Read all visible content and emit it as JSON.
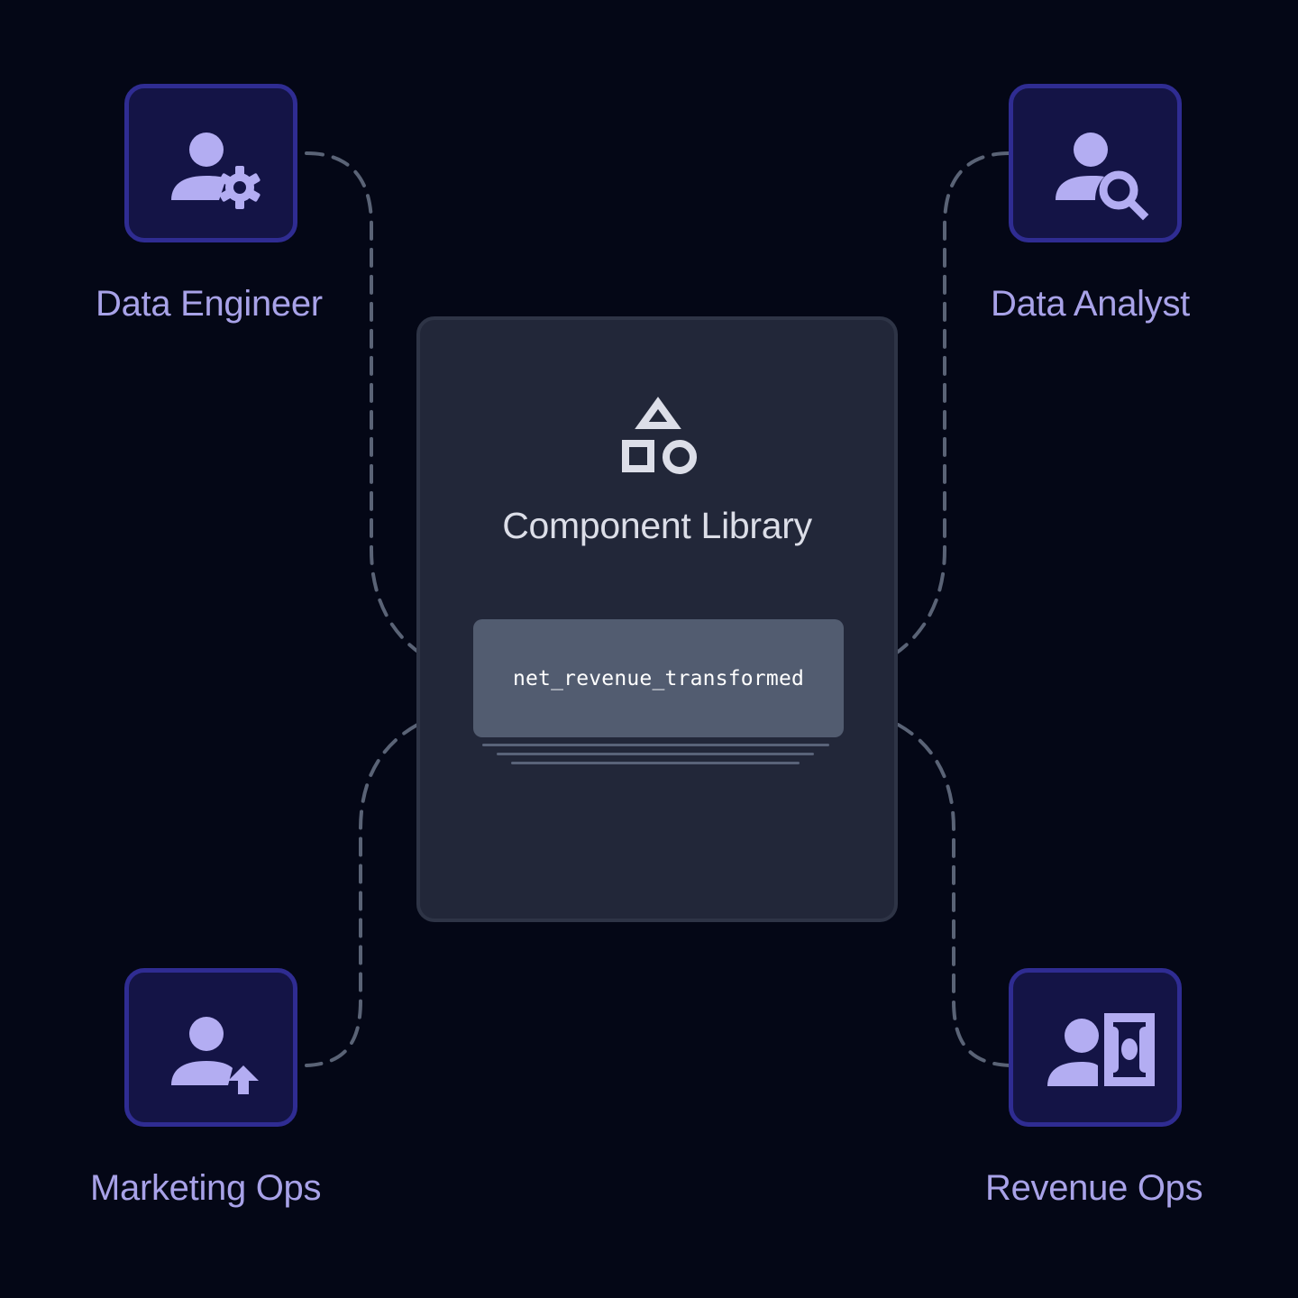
{
  "library": {
    "title": "Component Library",
    "model_name": "net_revenue_transformed",
    "icon": "shapes-icon"
  },
  "personas": [
    {
      "id": "data-engineer",
      "label": "Data Engineer",
      "icon": "user-gear-icon"
    },
    {
      "id": "data-analyst",
      "label": "Data Analyst",
      "icon": "user-search-icon"
    },
    {
      "id": "marketing-ops",
      "label": "Marketing Ops",
      "icon": "user-upload-icon"
    },
    {
      "id": "revenue-ops",
      "label": "Revenue Ops",
      "icon": "user-money-icon"
    }
  ],
  "colors": {
    "background": "#040716",
    "persona_fill": "#141446",
    "persona_border": "#2f2c92",
    "persona_icon": "#b3adf2",
    "persona_label": "#a8a2e8",
    "card_fill": "#222739",
    "chip_fill": "#525c70",
    "connector": "#5a6376"
  }
}
